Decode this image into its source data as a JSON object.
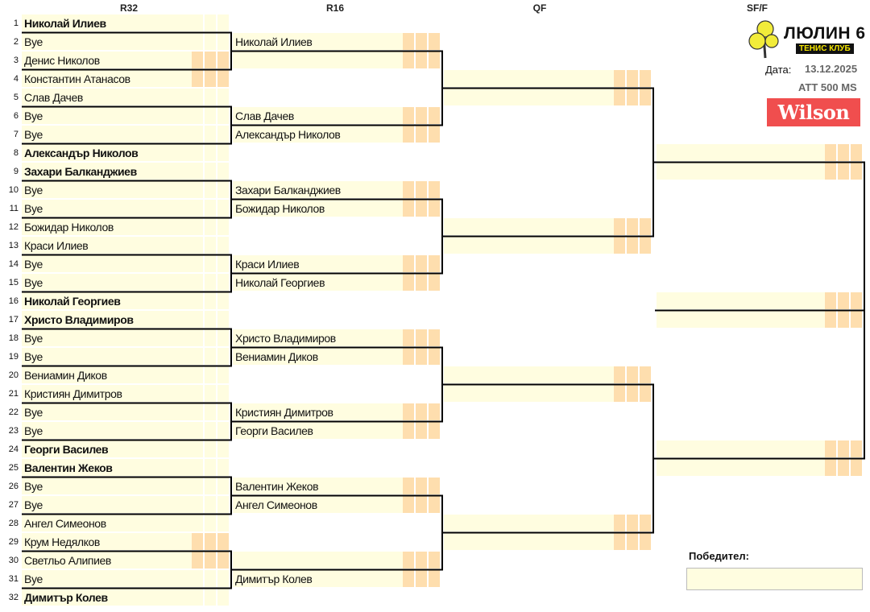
{
  "headers": {
    "r32": "R32",
    "r16": "R16",
    "qf": "QF",
    "sf": "SF/F"
  },
  "logo": {
    "title": "ЛЮЛИН 6",
    "subtitle": "ТЕНИС КЛУБ"
  },
  "info": {
    "date_label": "Дата:",
    "date": "13.12.2025",
    "event": "ATT 500 MS",
    "sponsor": "Wilson"
  },
  "winner": {
    "label": "Победител:",
    "value": ""
  },
  "colors": {
    "cell": "#fffde0",
    "score": "#fedeae",
    "sponsor": "#f04e4e"
  },
  "r32": [
    {
      "seed": "1",
      "name": "Николай Илиев",
      "bold": true
    },
    {
      "seed": "2",
      "name": "Bye",
      "bold": false
    },
    {
      "seed": "3",
      "name": "Денис Николов",
      "bold": false
    },
    {
      "seed": "4",
      "name": "Константин Атанасов",
      "bold": false
    },
    {
      "seed": "5",
      "name": "Слав Дачев",
      "bold": false
    },
    {
      "seed": "6",
      "name": "Bye",
      "bold": false
    },
    {
      "seed": "7",
      "name": "Bye",
      "bold": false
    },
    {
      "seed": "8",
      "name": "Александър Николов",
      "bold": true
    },
    {
      "seed": "9",
      "name": "Захари Балканджиев",
      "bold": true
    },
    {
      "seed": "10",
      "name": "Bye",
      "bold": false
    },
    {
      "seed": "11",
      "name": "Bye",
      "bold": false
    },
    {
      "seed": "12",
      "name": "Божидар Николов",
      "bold": false
    },
    {
      "seed": "13",
      "name": "Краси Илиев",
      "bold": false
    },
    {
      "seed": "14",
      "name": "Bye",
      "bold": false
    },
    {
      "seed": "15",
      "name": "Bye",
      "bold": false
    },
    {
      "seed": "16",
      "name": "Николай Георгиев",
      "bold": true
    },
    {
      "seed": "17",
      "name": "Христо Владимиров",
      "bold": true
    },
    {
      "seed": "18",
      "name": "Bye",
      "bold": false
    },
    {
      "seed": "19",
      "name": "Bye",
      "bold": false
    },
    {
      "seed": "20",
      "name": "Вениамин Диков",
      "bold": false
    },
    {
      "seed": "21",
      "name": "Кристиян Димитров",
      "bold": false
    },
    {
      "seed": "22",
      "name": "Bye",
      "bold": false
    },
    {
      "seed": "23",
      "name": "Bye",
      "bold": false
    },
    {
      "seed": "24",
      "name": "Георги Василев",
      "bold": true
    },
    {
      "seed": "25",
      "name": "Валентин Жеков",
      "bold": true
    },
    {
      "seed": "26",
      "name": "Bye",
      "bold": false
    },
    {
      "seed": "27",
      "name": "Bye",
      "bold": false
    },
    {
      "seed": "28",
      "name": "Ангел Симеонов",
      "bold": false
    },
    {
      "seed": "29",
      "name": "Крум Недялков",
      "bold": false
    },
    {
      "seed": "30",
      "name": "Светльо Алипиев",
      "bold": false
    },
    {
      "seed": "31",
      "name": "Bye",
      "bold": false
    },
    {
      "seed": "32",
      "name": "Димитър Колев",
      "bold": true
    }
  ],
  "r16": [
    "Николай Илиев",
    "",
    "Слав Дачев",
    "Александър Николов",
    "Захари Балканджиев",
    "Божидар Николов",
    "Краси Илиев",
    "Николай Георгиев",
    "Христо Владимиров",
    "Вениамин Диков",
    "Кристиян Димитров",
    "Георги Василев",
    "Валентин Жеков",
    "Ангел Симеонов",
    "",
    "Димитър Колев"
  ],
  "qf": [
    "",
    "",
    "",
    "",
    "",
    "",
    "",
    ""
  ],
  "sf": [
    "",
    "",
    "",
    ""
  ],
  "final": [
    "",
    ""
  ]
}
